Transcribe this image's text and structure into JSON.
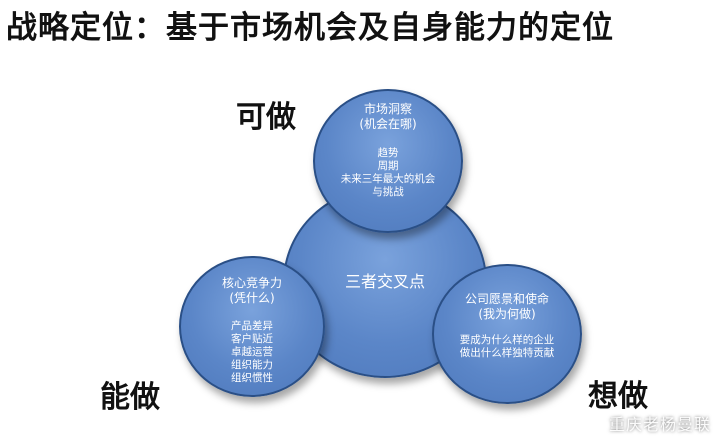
{
  "title": "战略定位：基于市场机会及自身能力的定位",
  "labels": {
    "can_do": "可做",
    "able_do": "能做",
    "want_do": "想做"
  },
  "center": {
    "text": "三者交叉点"
  },
  "market": {
    "title": "市场洞察",
    "subtitle": "(机会在哪)",
    "items": [
      "趋势",
      "周期",
      "未来三年最大的机会",
      "与挑战"
    ]
  },
  "competence": {
    "title": "核心竞争力",
    "subtitle": "(凭什么)",
    "items": [
      "产品差异",
      "客户贴近",
      "卓越运营",
      "组织能力",
      "组织惯性"
    ]
  },
  "vision": {
    "title": "公司愿景和使命",
    "subtitle": "(我为何做)",
    "items": [
      "要成为什么样的企业",
      "做出什么样独特贡献"
    ]
  },
  "watermark": "重庆老杨曼联"
}
